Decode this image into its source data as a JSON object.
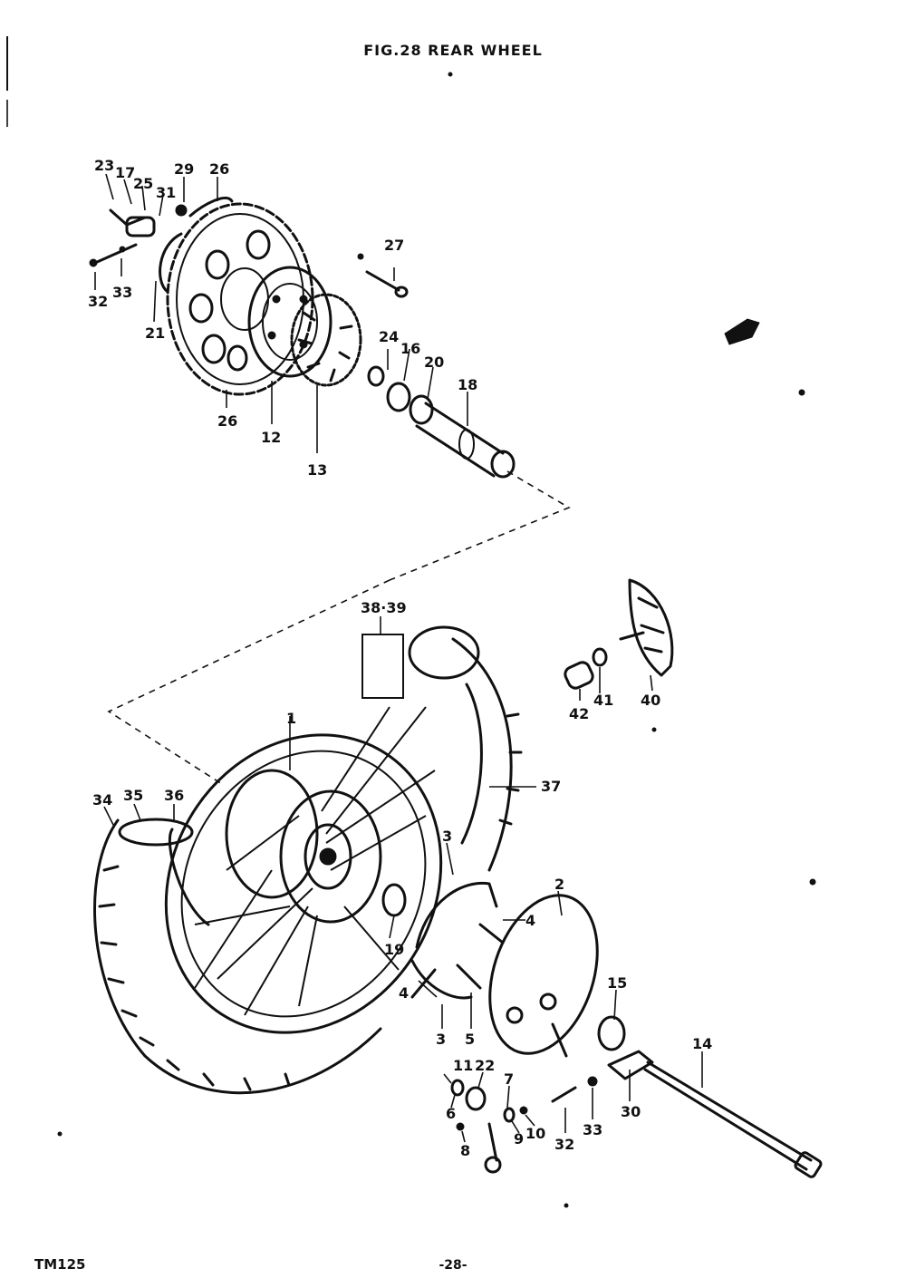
{
  "title": "FIG.28  REAR WHEEL",
  "model": "TM125",
  "page_number": "-28-",
  "callouts": {
    "c1": "1",
    "c2": "2",
    "c3a": "3",
    "c3b": "3",
    "c4a": "4",
    "c4b": "4",
    "c5": "5",
    "c6": "6",
    "c7": "7",
    "c8": "8",
    "c9": "9",
    "c10": "10",
    "c11": "11",
    "c12": "12",
    "c13": "13",
    "c14": "14",
    "c15": "15",
    "c16": "16",
    "c17": "17",
    "c18": "18",
    "c19": "19",
    "c20": "20",
    "c21": "21",
    "c22": "22",
    "c23": "23",
    "c24": "24",
    "c25": "25",
    "c26a": "26",
    "c26b": "26",
    "c27": "27",
    "c29": "29",
    "c30": "30",
    "c31": "31",
    "c32a": "32",
    "c32b": "32",
    "c33a": "33",
    "c33b": "33",
    "c34": "34",
    "c35": "35",
    "c36": "36",
    "c37": "37",
    "c3839": "38·39",
    "c40": "40",
    "c41": "41",
    "c42": "42"
  }
}
